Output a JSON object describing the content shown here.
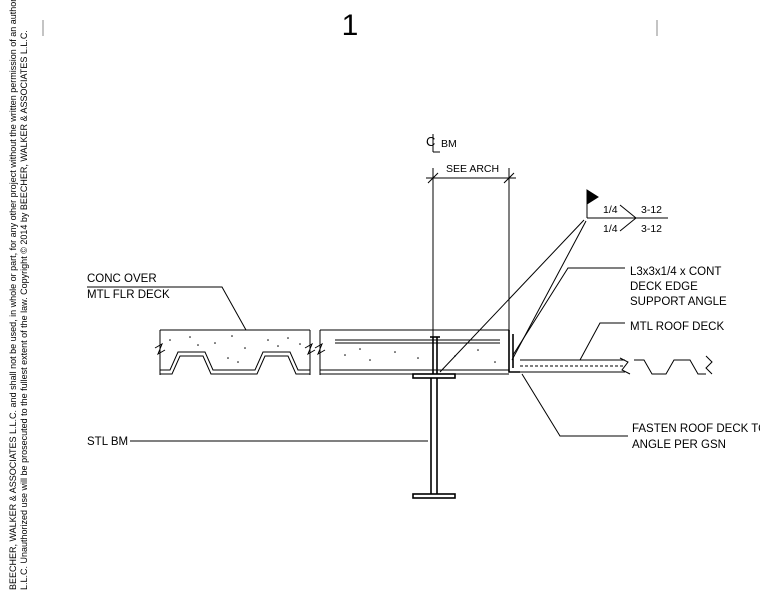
{
  "detail_number": "1",
  "centerline_label": "BM",
  "dimension_label": "SEE ARCH",
  "weld": {
    "size_top": "1/4",
    "length_top": "3-12",
    "size_bottom": "1/4",
    "length_bottom": "3-12"
  },
  "callouts": {
    "conc_line1": "CONC OVER",
    "conc_line2": "MTL FLR DECK",
    "angle_line1": "L3x3x1/4 x CONT",
    "angle_line2": "DECK EDGE",
    "angle_line3": "SUPPORT ANGLE",
    "roof_deck": "MTL ROOF DECK",
    "stl_bm": "STL BM",
    "fasten_line1": "FASTEN ROOF DECK TO",
    "fasten_line2": "ANGLE PER GSN"
  },
  "copyright": {
    "line1": "BEECHER, WALKER & ASSOCIATES L.L.C. and shall not be used, in whole or part, for any other project without the written permission of an authorized",
    "line2": "L.L.C. Unauthorized use will be prosecuted to the fullest extent of the law. Copyright © 2014 by BEECHER, WALKER & ASSOCIATES L.L.C."
  }
}
